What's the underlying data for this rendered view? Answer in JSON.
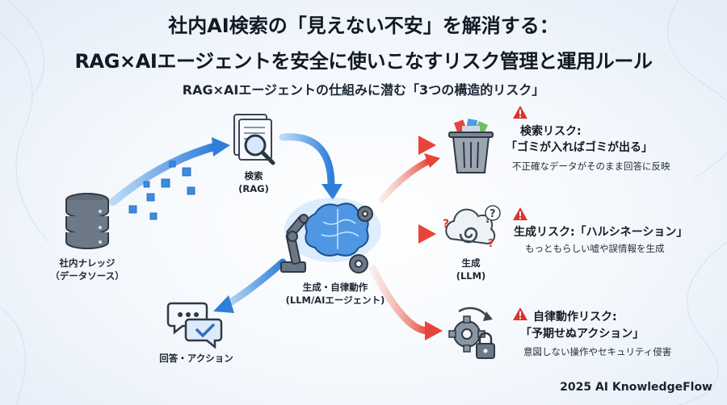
{
  "header": {
    "title_line1": "社内AI検索の「見えない不安」を解消する：",
    "title_line2": "RAG×AIエージェントを安全に使いこなすリスク管理と運用ルール",
    "subtitle": "RAG×AIエージェントの仕組みに潜む「3つの構造的リスク」"
  },
  "nodes": {
    "knowledge": {
      "line1": "社内ナレッジ",
      "line2": "（データソース）",
      "icon": "database-icon"
    },
    "search": {
      "line1": "検索",
      "line2": "(RAG)",
      "icon": "document-magnifier-icon"
    },
    "generate": {
      "line1": "生成・自律動作",
      "line2": "(LLM/AIエージェント)",
      "icon": "brain-robot-arm-icon"
    },
    "answer": {
      "line1": "回答・アクション",
      "icon": "chat-bubbles-icon"
    }
  },
  "risks": [
    {
      "title": "検索リスク:",
      "subtitle": "「ゴミが入ればゴミが出る」",
      "description": "不正確なデータがそのまま回答に反映",
      "icon": "trash-can-icon"
    },
    {
      "title": "生成リスク:「ハルシネーション」",
      "description": "もっともらしい嘘や誤情報を生成",
      "icon_label_line1": "生成",
      "icon_label_line2": "(LLM)",
      "icon": "swirl-cloud-icon"
    },
    {
      "title": "自律動作リスク:",
      "subtitle": "「予期せぬアクション」",
      "description": "意図しない操作やセキュリティ侵害",
      "icon": "gear-lock-icon"
    }
  ],
  "footer": {
    "credit": "2025 AI KnowledgeFlow"
  },
  "colors": {
    "flow_blue": "#3f8fe0",
    "risk_red": "#e8443a",
    "warning": "#d9352b"
  }
}
